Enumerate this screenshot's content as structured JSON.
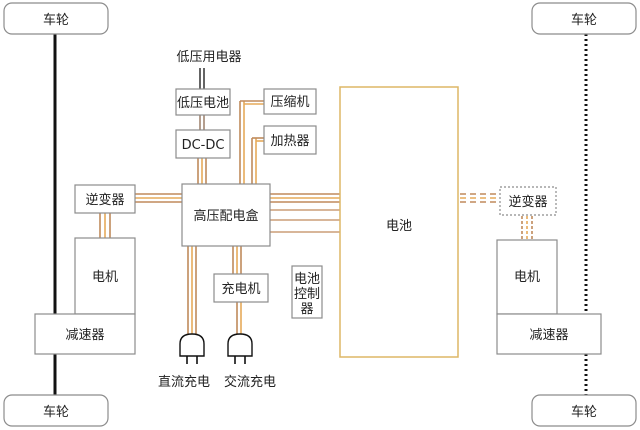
{
  "colors": {
    "box_stroke": "#8c8c8c",
    "dark_line": "#111111",
    "hv_brown": "#c08a5c",
    "hv_orange": "#e6aa5a",
    "battery_stroke": "#ddb766"
  },
  "diagram": {
    "wheels": {
      "top_left": "车轮",
      "bottom_left": "车轮",
      "top_right": "车轮",
      "bottom_right": "车轮"
    },
    "left_powertrain": {
      "inverter": "逆变器",
      "motor": "电机",
      "reducer": "减速器"
    },
    "right_powertrain": {
      "inverter": "逆变器",
      "motor": "电机",
      "reducer": "减速器"
    },
    "hv_system": {
      "low_voltage_appliances": "低压用电器",
      "low_voltage_battery": "低压电池",
      "dcdc": "DC-DC",
      "compressor": "压缩机",
      "heater": "加热器",
      "pdu": "高压配电盒",
      "charger": "充电机",
      "bms_line1": "电池",
      "bms_line2": "控制",
      "bms_line3": "器",
      "battery": "电池",
      "dc_charging": "直流充电",
      "ac_charging": "交流充电"
    }
  }
}
